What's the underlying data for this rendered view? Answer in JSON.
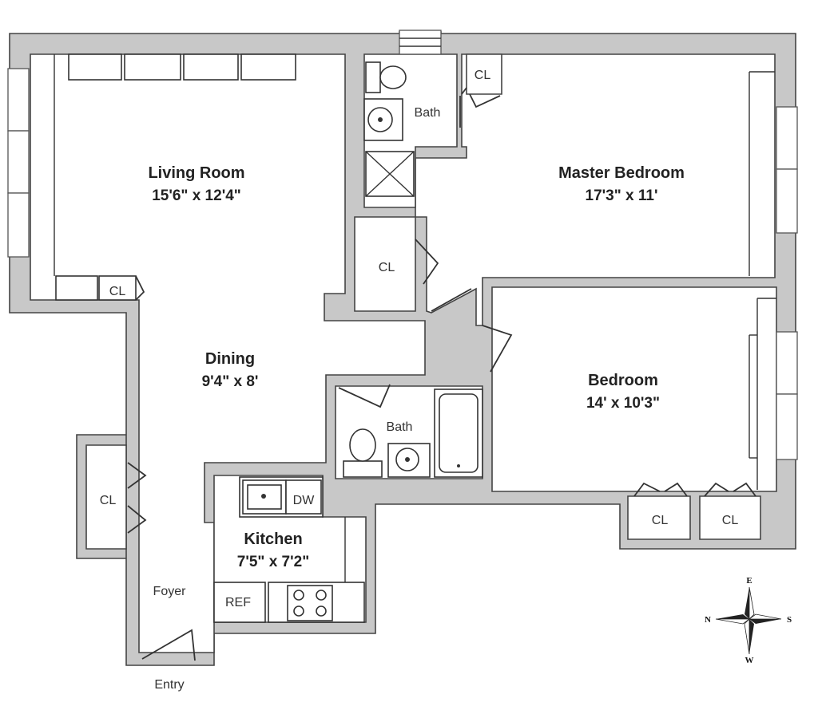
{
  "rooms": {
    "living": {
      "name": "Living Room",
      "dims": "15'6\" x 12'4\""
    },
    "master": {
      "name": "Master Bedroom",
      "dims": "17'3\" x 11'"
    },
    "dining": {
      "name": "Dining",
      "dims": "9'4\" x 8'"
    },
    "bedroom": {
      "name": "Bedroom",
      "dims": "14' x 10'3\""
    },
    "kitchen": {
      "name": "Kitchen",
      "dims": "7'5\" x 7'2\""
    }
  },
  "labels": {
    "bath_master": "Bath",
    "bath_hall": "Bath",
    "closet": "CL",
    "foyer": "Foyer",
    "entry": "Entry",
    "dishwasher": "DW",
    "refrigerator": "REF"
  },
  "compass": {
    "east": "E",
    "west": "W",
    "north": "N",
    "south": "S"
  }
}
